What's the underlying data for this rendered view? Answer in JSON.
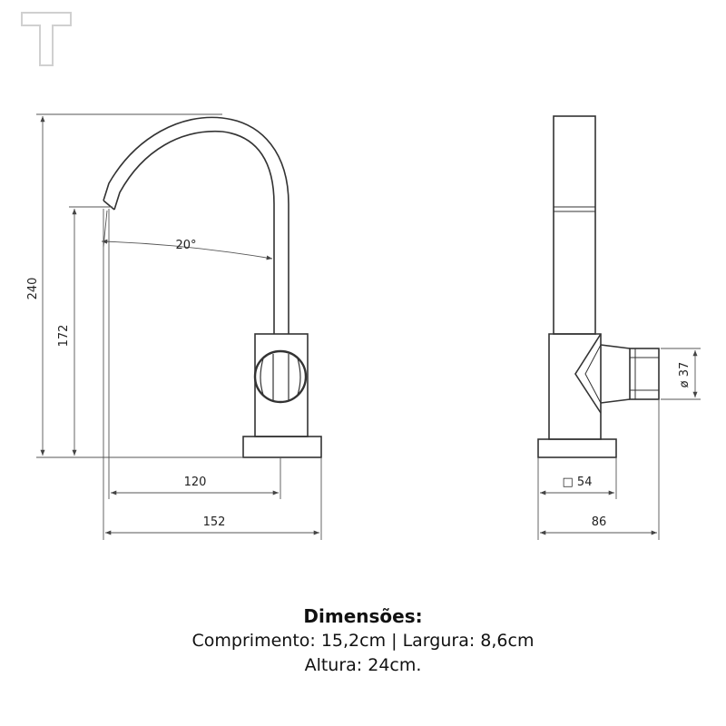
{
  "dimensions": {
    "angle": "20°",
    "height_total": "240",
    "height_spout": "172",
    "reach_spout": "120",
    "length_total": "152",
    "base_square": "□ 54",
    "handle_diameter": "ø 37",
    "width_total": "86"
  },
  "caption": {
    "title": "Dimensões:",
    "line1": "Comprimento: 15,2cm | Largura: 8,6cm",
    "line2": "Altura: 24cm."
  },
  "colors": {
    "stroke": "#333333",
    "dim": "#555555"
  }
}
